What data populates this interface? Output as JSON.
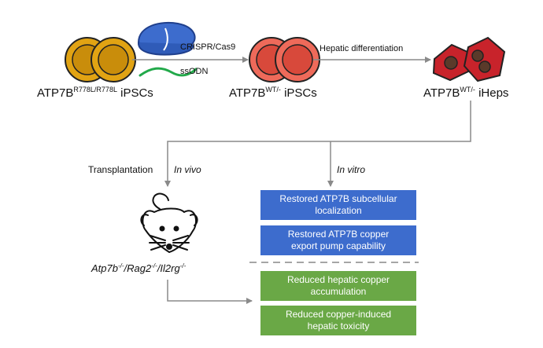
{
  "colors": {
    "mutant_cell": "#e1a313",
    "corrected_cell": "#ee6a5a",
    "hepatocyte": "#c8232b",
    "cas9": "#3d6ccd",
    "ssodn": "#22a94a",
    "box_blue": "#3d6ccd",
    "box_green": "#6aa846",
    "arrow": "#8a8a8a"
  },
  "icons": [
    "cas9-protein-icon",
    "ssodn-strand-icon",
    "mouse-icon"
  ],
  "cells": {
    "mutant": {
      "base": "ATP7B",
      "genotype": "R778L/R778L",
      "suffix": " iPSCs"
    },
    "corrected": {
      "base": "ATP7B",
      "genotype": "WT/-",
      "suffix": " iPSCs"
    },
    "hepatocyte": {
      "base": "ATP7B",
      "genotype": "WT/-",
      "suffix": " iHeps"
    }
  },
  "edit_labels": {
    "crispr": "CRISPR/Cas9",
    "ssodn": "ssODN"
  },
  "step_labels": {
    "hepatic": "Hepatic differentiation"
  },
  "branches": {
    "transplantation": "Transplantation",
    "in_vivo": "In vivo",
    "in_vitro": "In vitro"
  },
  "mouse": {
    "part1": "Atp7b",
    "sup1": "-/-",
    "part2": "/Rag2",
    "sup2": "-/-",
    "part3": "/Il2rg",
    "sup3": "-/-"
  },
  "outcomes": {
    "restored_localization": [
      "Restored ATP7B subcellular",
      "localization"
    ],
    "restored_pump": [
      "Restored ATP7B copper",
      "export pump capability"
    ],
    "reduced_accumulation": [
      "Reduced hepatic copper",
      "accumulation"
    ],
    "reduced_toxicity": [
      "Reduced copper-induced",
      "hepatic toxicity"
    ]
  }
}
